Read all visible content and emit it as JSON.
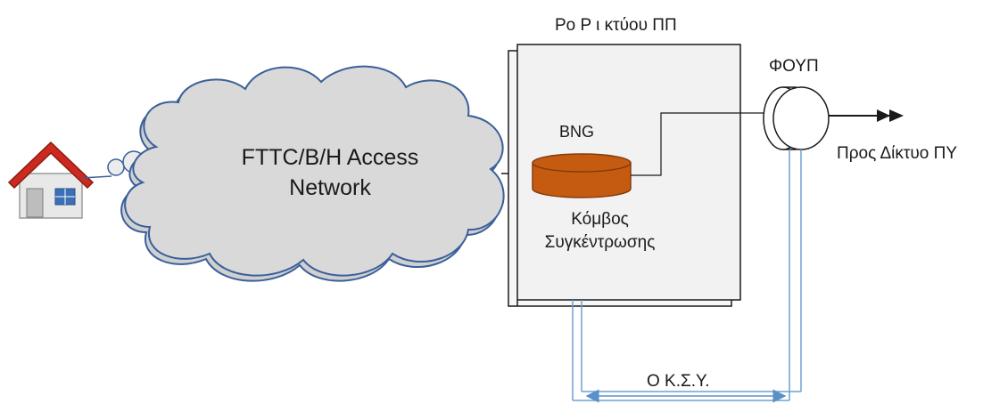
{
  "diagram": {
    "cloud": {
      "line1": "FTTC/B/H Access",
      "line2": "Network"
    },
    "site_label": "Ρο Ρ ι κτύου ΠΠ",
    "node": {
      "acronym": "BNG",
      "line1": "Κόμβος",
      "line2": "Συγκέντρωσης"
    },
    "endpoint_label": "ΦΟΥΠ",
    "direction_label": "Προς Δίκτυο ΠΥ",
    "bottom_label": "Ο Κ.Σ.Υ.",
    "colors": {
      "cloud_fill": "#d9d9d9",
      "cloud_stroke": "#3a5f9a",
      "cylinder_fill": "#c55a11",
      "cylinder_stroke": "#843c0c",
      "box_fill": "#f2f2f2",
      "connector_blue": "#6fa0d0",
      "roof_red": "#cc2a1e"
    }
  }
}
